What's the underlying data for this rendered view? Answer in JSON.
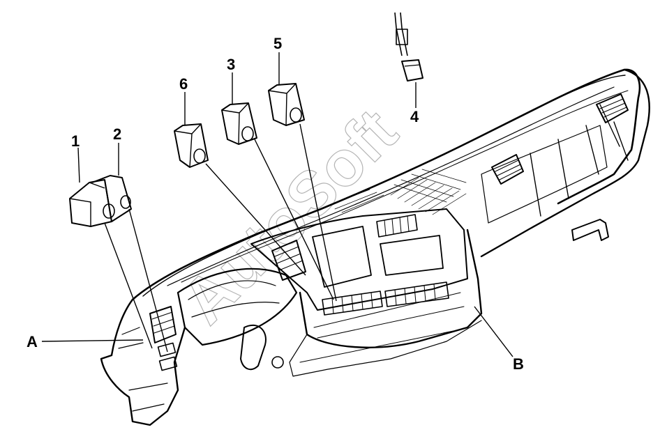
{
  "diagram": {
    "callouts": {
      "n1": "1",
      "n2": "2",
      "n3": "3",
      "n4": "4",
      "n5": "5",
      "n6": "6",
      "A": "A",
      "B": "B"
    },
    "watermark": "AutoSoft"
  }
}
